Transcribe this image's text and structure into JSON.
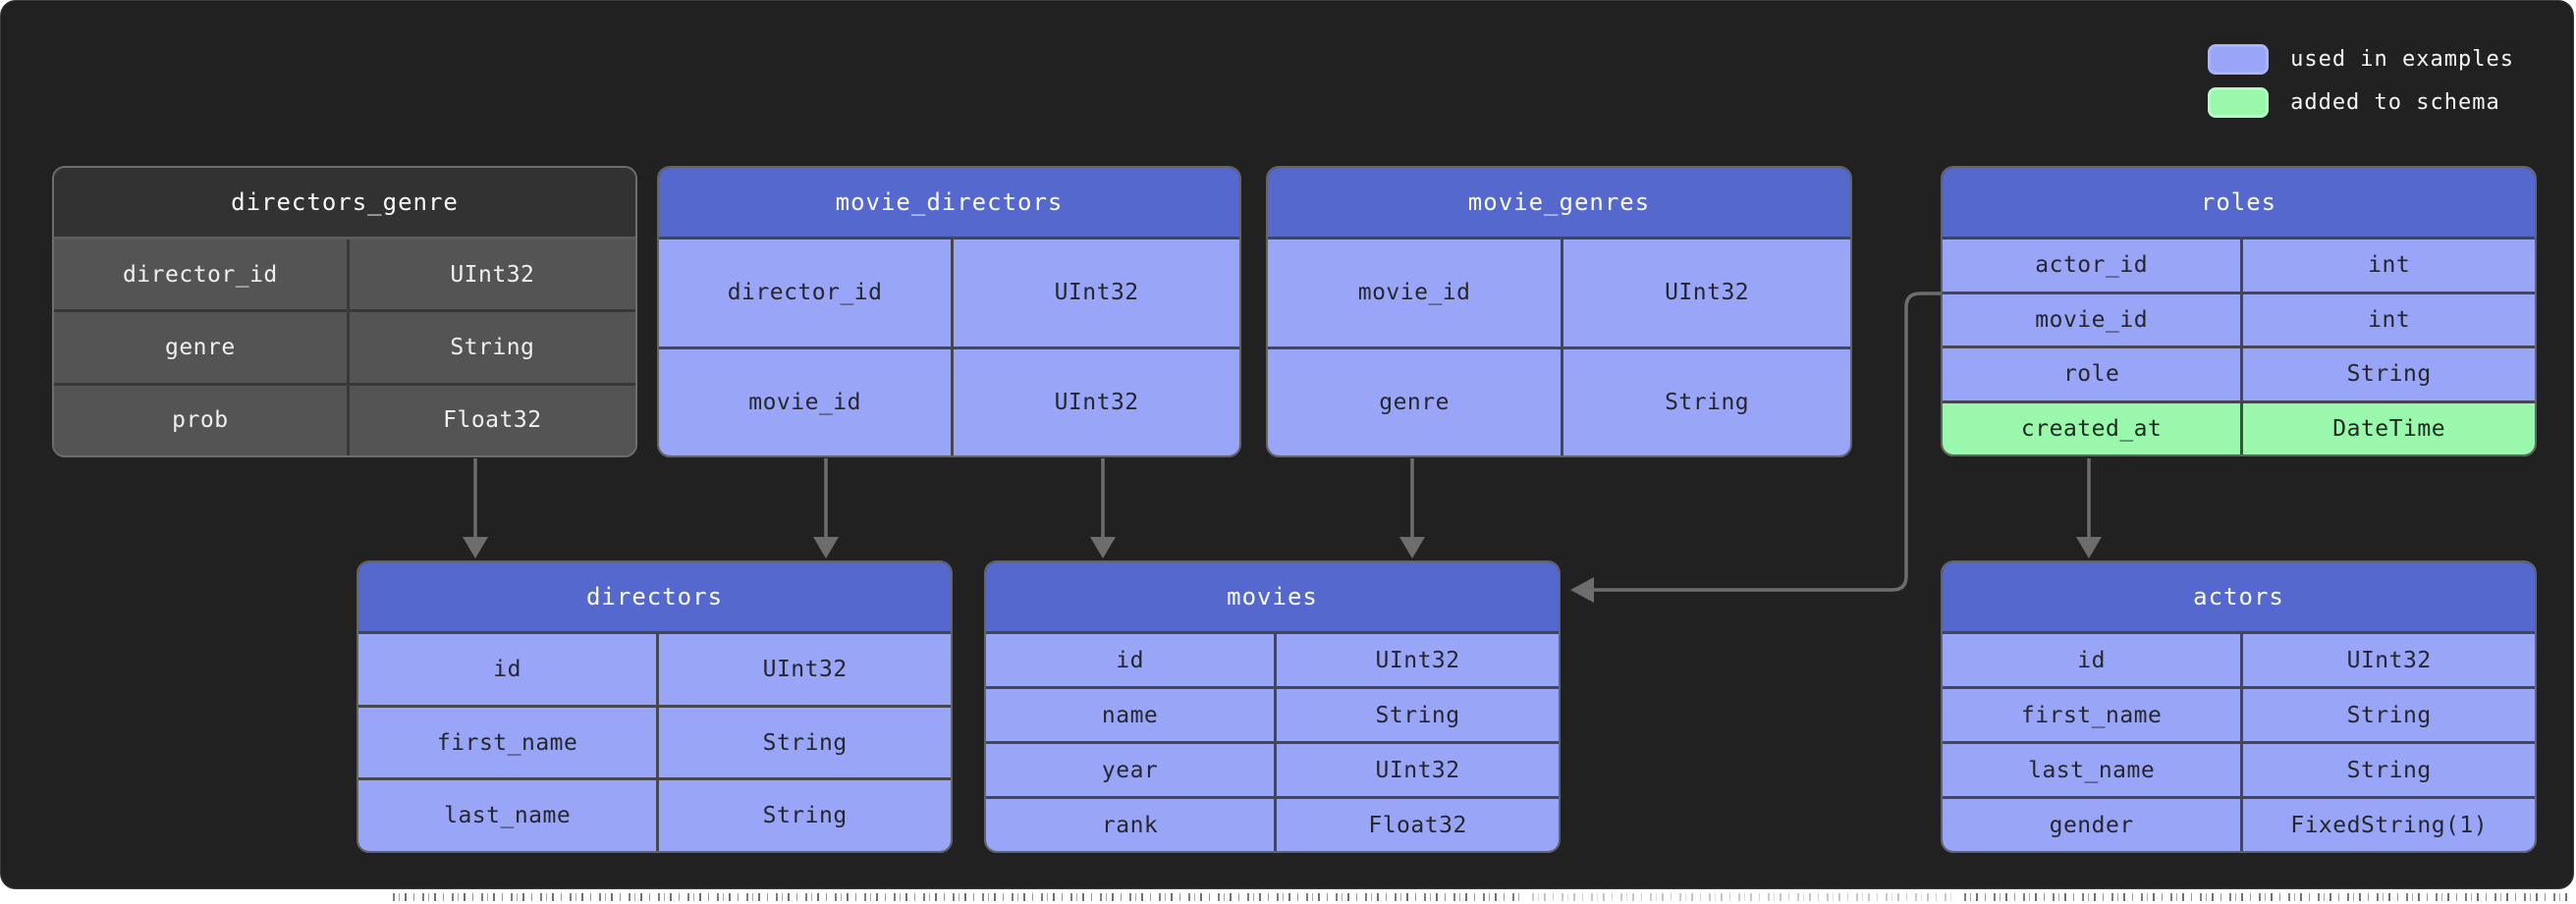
{
  "legend": {
    "items": [
      {
        "label": "used in examples",
        "swatch": "used"
      },
      {
        "label": "added to schema",
        "swatch": "added"
      }
    ]
  },
  "colors": {
    "background": "#212121",
    "used_in_examples": "#99a6f7",
    "added_to_schema": "#99f8ab",
    "table_header": "#5568cd",
    "muted_table_row": "#545454",
    "connector": "#6d6d6d"
  },
  "tables": [
    {
      "name": "directors_genre",
      "highlight": "none",
      "columns": [
        {
          "name": "director_id",
          "type": "UInt32"
        },
        {
          "name": "genre",
          "type": "String"
        },
        {
          "name": "prob",
          "type": "Float32"
        }
      ]
    },
    {
      "name": "movie_directors",
      "highlight": "used",
      "columns": [
        {
          "name": "director_id",
          "type": "UInt32"
        },
        {
          "name": "movie_id",
          "type": "UInt32"
        }
      ]
    },
    {
      "name": "movie_genres",
      "highlight": "used",
      "columns": [
        {
          "name": "movie_id",
          "type": "UInt32"
        },
        {
          "name": "genre",
          "type": "String"
        }
      ]
    },
    {
      "name": "roles",
      "highlight": "used",
      "columns": [
        {
          "name": "actor_id",
          "type": "int"
        },
        {
          "name": "movie_id",
          "type": "int"
        },
        {
          "name": "role",
          "type": "String"
        },
        {
          "name": "created_at",
          "type": "DateTime",
          "highlight": "added"
        }
      ]
    },
    {
      "name": "directors",
      "highlight": "used",
      "columns": [
        {
          "name": "id",
          "type": "UInt32"
        },
        {
          "name": "first_name",
          "type": "String"
        },
        {
          "name": "last_name",
          "type": "String"
        }
      ]
    },
    {
      "name": "movies",
      "highlight": "used",
      "columns": [
        {
          "name": "id",
          "type": "UInt32"
        },
        {
          "name": "name",
          "type": "String"
        },
        {
          "name": "year",
          "type": "UInt32"
        },
        {
          "name": "rank",
          "type": "Float32"
        }
      ]
    },
    {
      "name": "actors",
      "highlight": "used",
      "columns": [
        {
          "name": "id",
          "type": "UInt32"
        },
        {
          "name": "first_name",
          "type": "String"
        },
        {
          "name": "last_name",
          "type": "String"
        },
        {
          "name": "gender",
          "type": "FixedString(1)"
        }
      ]
    }
  ],
  "connections": [
    {
      "from": "directors_genre",
      "to": "directors"
    },
    {
      "from": "movie_directors.director_id",
      "to": "directors"
    },
    {
      "from": "movie_directors.movie_id",
      "to": "movies"
    },
    {
      "from": "movie_genres.movie_id",
      "to": "movies"
    },
    {
      "from": "roles",
      "to": "movies"
    },
    {
      "from": "roles.created_at",
      "to": "actors"
    }
  ]
}
